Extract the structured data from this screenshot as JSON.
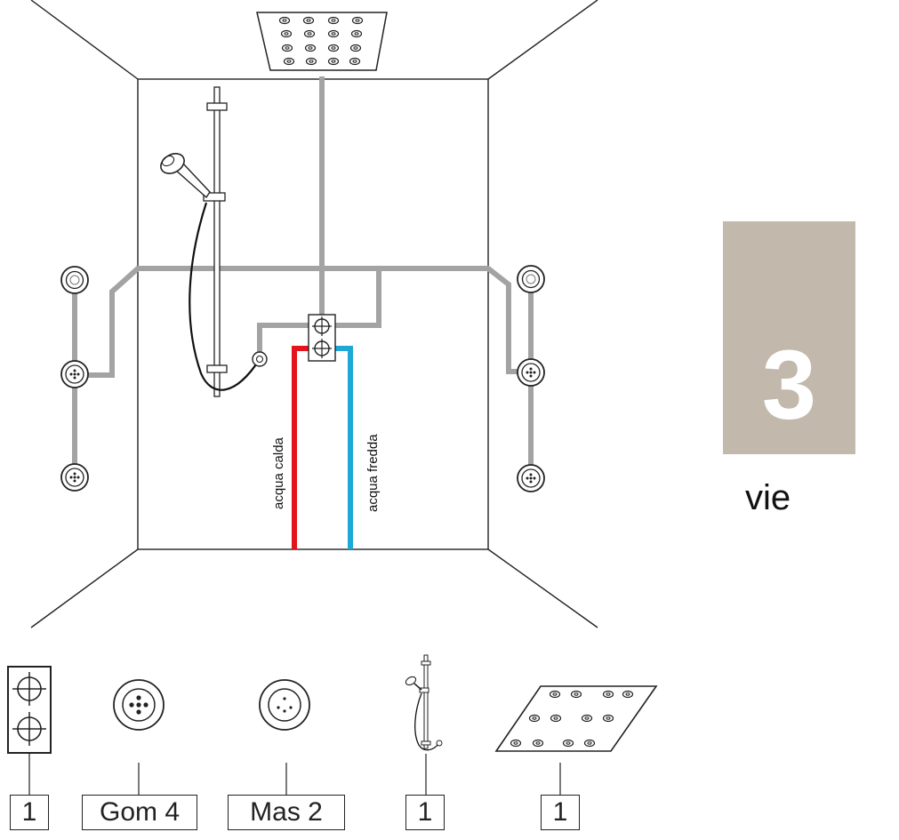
{
  "pipes": {
    "hot_label": "acqua calda",
    "cold_label": "acqua fredda"
  },
  "badge": {
    "number": "3",
    "label": "vie",
    "color": "#c2b8ab"
  },
  "colors": {
    "pipe_gray": "#a3a3a3",
    "hot": "#e3141b",
    "cold": "#1ea8d6",
    "line": "#222222"
  },
  "components": [
    {
      "icon": "diverter-valve-icon",
      "quantity": "1"
    },
    {
      "icon": "body-jet-gom-icon",
      "quantity": "Gom 4"
    },
    {
      "icon": "body-jet-mas-icon",
      "quantity": "Mas 2"
    },
    {
      "icon": "hand-shower-rail-icon",
      "quantity": "1"
    },
    {
      "icon": "rain-shower-head-icon",
      "quantity": "1"
    }
  ]
}
